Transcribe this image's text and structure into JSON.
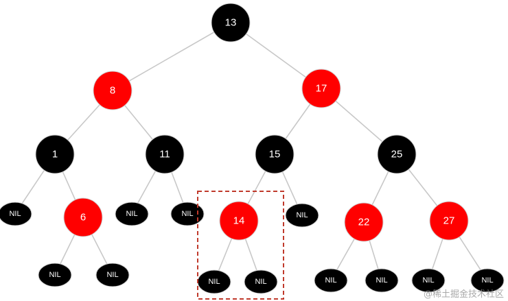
{
  "tree": {
    "nodes": [
      {
        "id": "n13",
        "label": "13",
        "color": "black"
      },
      {
        "id": "n8",
        "label": "8",
        "color": "red"
      },
      {
        "id": "n17",
        "label": "17",
        "color": "red"
      },
      {
        "id": "n1",
        "label": "1",
        "color": "black"
      },
      {
        "id": "n11",
        "label": "11",
        "color": "black"
      },
      {
        "id": "n15",
        "label": "15",
        "color": "black"
      },
      {
        "id": "n25",
        "label": "25",
        "color": "black"
      },
      {
        "id": "nil1",
        "label": "NIL",
        "color": "black",
        "kind": "nil"
      },
      {
        "id": "n6",
        "label": "6",
        "color": "red"
      },
      {
        "id": "nil2",
        "label": "NIL",
        "color": "black",
        "kind": "nil"
      },
      {
        "id": "nil3",
        "label": "NIL",
        "color": "black",
        "kind": "nil"
      },
      {
        "id": "n14",
        "label": "14",
        "color": "red"
      },
      {
        "id": "nil4",
        "label": "NIL",
        "color": "black",
        "kind": "nil"
      },
      {
        "id": "n22",
        "label": "22",
        "color": "red"
      },
      {
        "id": "n27",
        "label": "27",
        "color": "red"
      },
      {
        "id": "nil5",
        "label": "NIL",
        "color": "black",
        "kind": "nil"
      },
      {
        "id": "nil6",
        "label": "NIL",
        "color": "black",
        "kind": "nil"
      },
      {
        "id": "nil7",
        "label": "NIL",
        "color": "black",
        "kind": "nil"
      },
      {
        "id": "nil8",
        "label": "NIL",
        "color": "black",
        "kind": "nil"
      },
      {
        "id": "nil9",
        "label": "NIL",
        "color": "black",
        "kind": "nil"
      },
      {
        "id": "nil10",
        "label": "NIL",
        "color": "black",
        "kind": "nil"
      },
      {
        "id": "nil11",
        "label": "NIL",
        "color": "black",
        "kind": "nil"
      },
      {
        "id": "nil12",
        "label": "NIL",
        "color": "black",
        "kind": "nil"
      }
    ],
    "edges": [
      [
        "n13",
        "n8"
      ],
      [
        "n13",
        "n17"
      ],
      [
        "n8",
        "n1"
      ],
      [
        "n8",
        "n11"
      ],
      [
        "n17",
        "n15"
      ],
      [
        "n17",
        "n25"
      ],
      [
        "n1",
        "nil1"
      ],
      [
        "n1",
        "n6"
      ],
      [
        "n11",
        "nil2"
      ],
      [
        "n11",
        "nil3"
      ],
      [
        "n15",
        "n14"
      ],
      [
        "n15",
        "nil4"
      ],
      [
        "n25",
        "n22"
      ],
      [
        "n25",
        "n27"
      ],
      [
        "n6",
        "nil5"
      ],
      [
        "n6",
        "nil6"
      ],
      [
        "n14",
        "nil7"
      ],
      [
        "n14",
        "nil8"
      ],
      [
        "n22",
        "nil9"
      ],
      [
        "n22",
        "nil10"
      ],
      [
        "n27",
        "nil11"
      ],
      [
        "n27",
        "nil12"
      ]
    ],
    "highlighted_node": "n14"
  },
  "colors": {
    "black_node": "#000000",
    "red_node": "#ff0000",
    "node_text": "#ffffff",
    "edge": "#c8c8c8",
    "highlight_box": "#c0392b"
  },
  "watermark": "@稀土掘金技术社区"
}
